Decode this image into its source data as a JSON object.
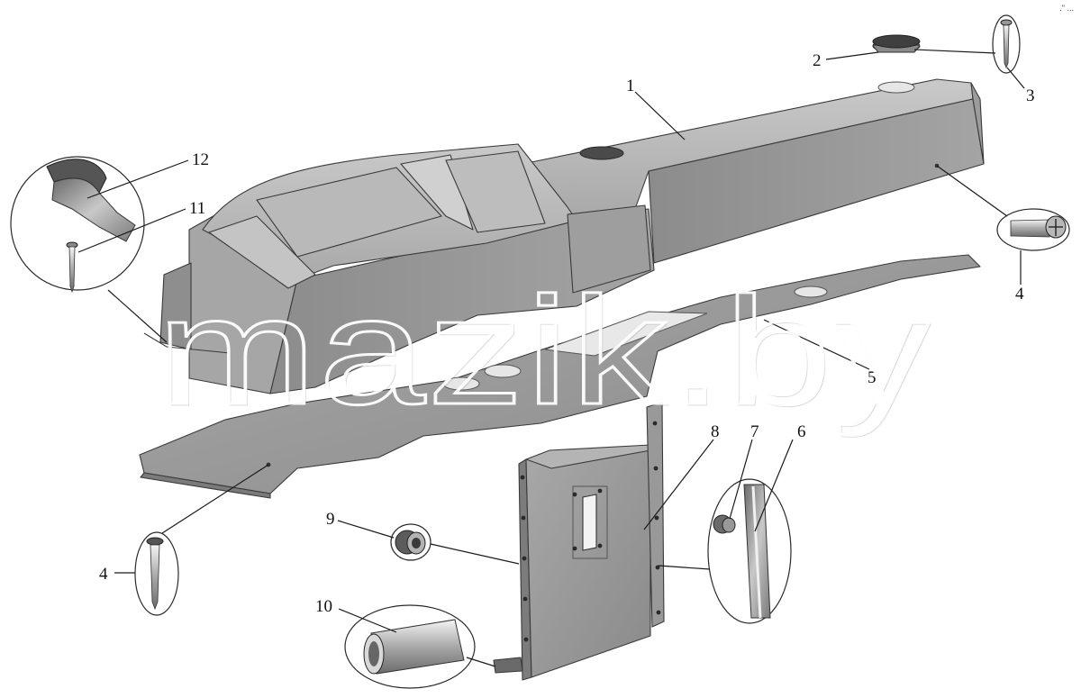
{
  "watermark": "mazik.by",
  "corner_mark": ".\" ...",
  "callouts": {
    "c1": "1",
    "c2": "2",
    "c3": "3",
    "c4a": "4",
    "c4b": "4",
    "c5": "5",
    "c6": "6",
    "c7": "7",
    "c8": "8",
    "c9": "9",
    "c10": "10",
    "c11": "11",
    "c12": "12"
  }
}
